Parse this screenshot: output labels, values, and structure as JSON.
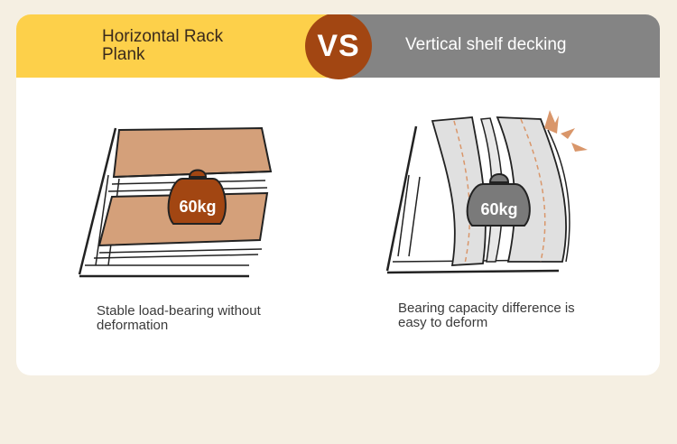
{
  "header": {
    "left_title": "Horizontal Rack\nPlank",
    "vs_label": "VS",
    "right_title": "Vertical shelf decking"
  },
  "left_panel": {
    "weight_label": "60kg",
    "caption": "Stable load-bearing without\ndeformation"
  },
  "right_panel": {
    "weight_label": "60kg",
    "caption": "Bearing capacity difference is\neasy to deform"
  },
  "colors": {
    "header_left_bg": "#fdd04a",
    "header_right_bg": "#848484",
    "vs_badge": "#a24612",
    "plank": "#d4a07a",
    "weight_left": "#a24612",
    "weight_right": "#7a7a7a",
    "page_bg": "#f5efe2"
  },
  "icons": {
    "left_weight": "weight-icon",
    "right_weight": "weight-icon",
    "burst": "crack-burst-icon"
  }
}
